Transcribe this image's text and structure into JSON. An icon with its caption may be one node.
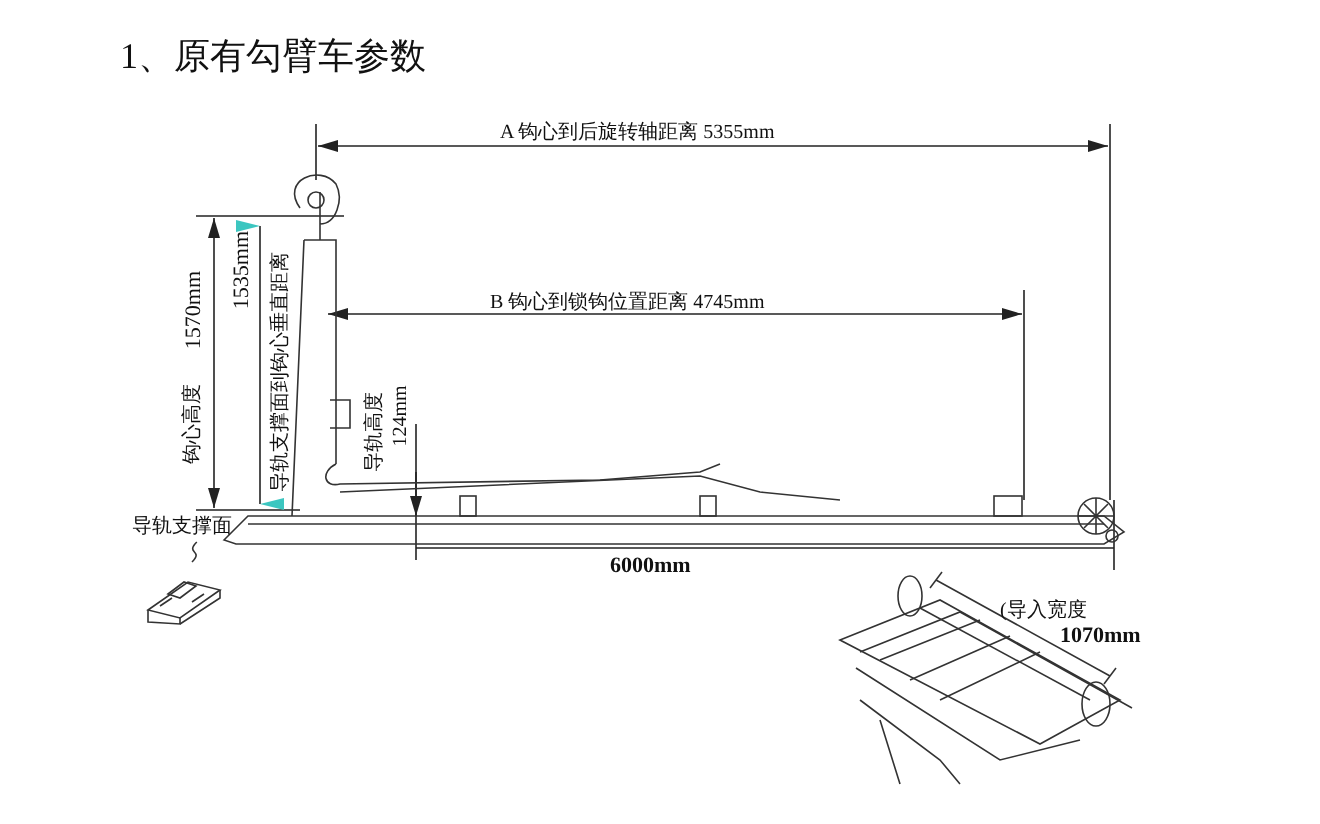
{
  "diagram": {
    "title": "1、原有勾臂车参数",
    "nodes": [
      {
        "text": [
          "导轨支撑面"
        ]
      },
      {
        "text": [],
        "shape": "picture"
      }
    ],
    "edges": [
      {
        "from": 0,
        "to": 1,
        "arrow": "none"
      }
    ],
    "labels": [
      "A 钩心到后旋转轴距离 5355mm",
      "B 钩心到锁钩位置距离 4745mm",
      "1570mm",
      "钩心高度",
      "1535mm",
      "导轨支撑面到钩心垂直距离",
      "124mm",
      "导轨高度",
      "6000mm",
      "(导入宽度",
      "1070mm"
    ]
  }
}
